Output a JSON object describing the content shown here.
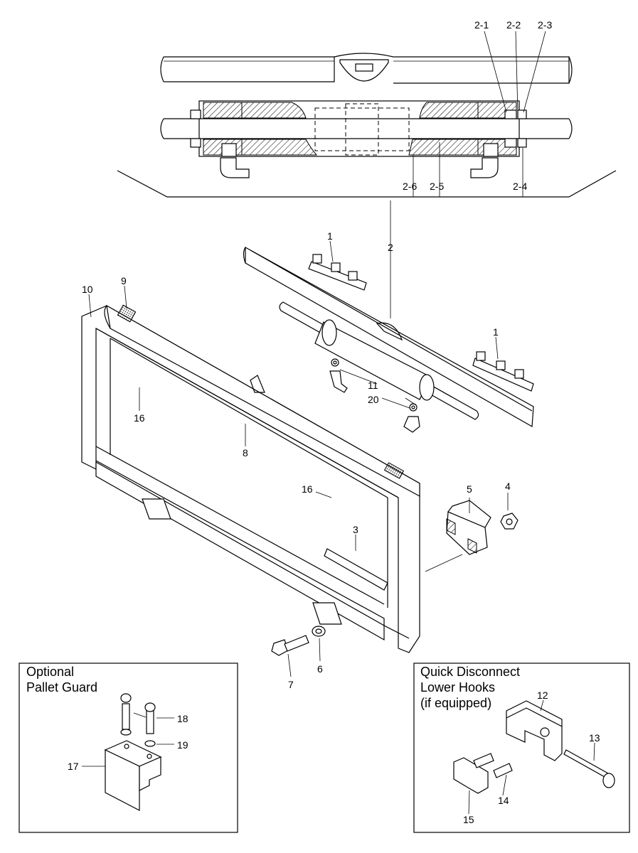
{
  "callouts": {
    "c2_1": "2-1",
    "c2_2": "2-2",
    "c2_3": "2-3",
    "c2_6": "2-6",
    "c2_5": "2-5",
    "c2_4": "2-4",
    "c2": "2",
    "c1a": "1",
    "c1b": "1",
    "c9": "9",
    "c10": "10",
    "c11": "11",
    "c20": "20",
    "c16a": "16",
    "c16b": "16",
    "c8": "8",
    "c5": "5",
    "c4": "4",
    "c3": "3",
    "c7": "7",
    "c6": "6",
    "c18": "18",
    "c19": "19",
    "c17": "17",
    "c12": "12",
    "c13": "13",
    "c14": "14",
    "c15": "15"
  },
  "insets": {
    "pallet_guard": {
      "line1": "Optional",
      "line2": "Pallet Guard"
    },
    "lower_hooks": {
      "line1": "Quick Disconnect",
      "line2": "Lower Hooks",
      "line3": "(if equipped)"
    }
  }
}
